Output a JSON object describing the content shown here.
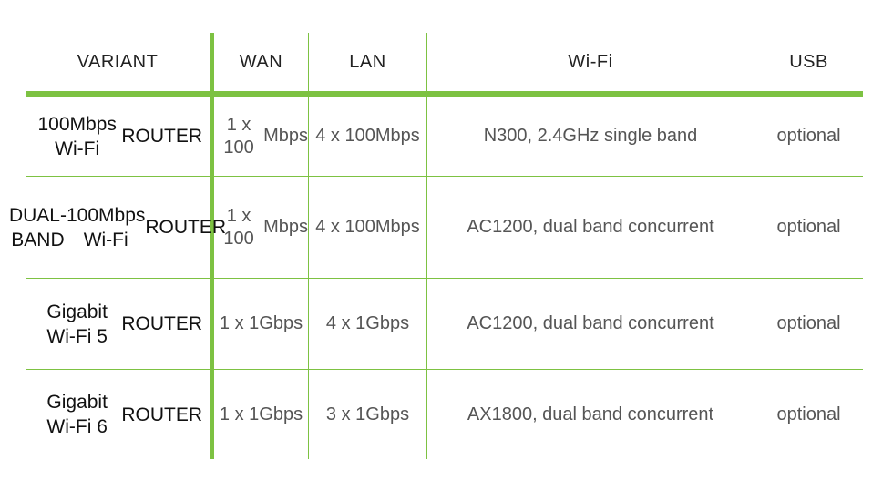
{
  "headers": {
    "variant": "VARIANT",
    "wan": "WAN",
    "lan": "LAN",
    "wifi": "Wi-Fi",
    "usb": "USB"
  },
  "rows": [
    {
      "variant": [
        "100Mbps Wi-Fi",
        "ROUTER"
      ],
      "wan": [
        "1 x 100",
        "Mbps"
      ],
      "lan": [
        "4 x 100",
        "Mbps"
      ],
      "wifi": "N300, 2.4GHz single band",
      "usb": "optional"
    },
    {
      "variant": [
        "DUAL-BAND",
        "100Mbps Wi-Fi",
        "ROUTER"
      ],
      "wan": [
        "1 x 100",
        "Mbps"
      ],
      "lan": [
        "4 x 100",
        "Mbps"
      ],
      "wifi": "AC1200, dual band concurrent",
      "usb": "optional"
    },
    {
      "variant": [
        "Gigabit Wi-Fi 5",
        "ROUTER"
      ],
      "wan": [
        "1 x 1",
        "Gbps"
      ],
      "lan": [
        "4 x 1",
        "Gbps"
      ],
      "wifi": "AC1200, dual band concurrent",
      "usb": "optional"
    },
    {
      "variant": [
        "Gigabit Wi-Fi 6",
        "ROUTER"
      ],
      "wan": [
        "1 x 1",
        "Gbps"
      ],
      "lan": [
        "3 x 1",
        "Gbps"
      ],
      "wifi": "AX1800, dual band concurrent",
      "usb": "optional"
    }
  ],
  "colors": {
    "accent": "#7dc242",
    "text_dark": "#111111",
    "text_muted": "#555555"
  }
}
